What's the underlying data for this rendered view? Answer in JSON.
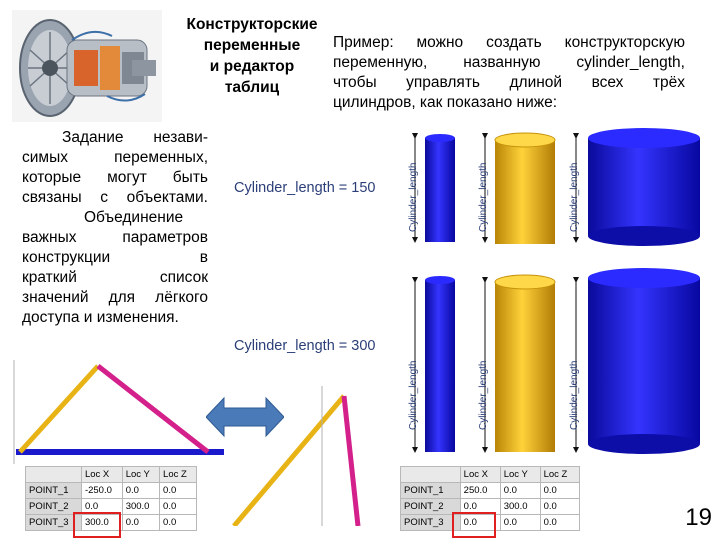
{
  "slide": {
    "title_lines": [
      "Конструкторские",
      "переменные",
      "и редактор",
      "таблиц"
    ],
    "intro_lines": [
      "Пример: можно создать конструкторскую",
      "переменную, названную cylinder_length,",
      "чтобы управлять длиной всех трёх",
      "цилиндров, как показано ниже:"
    ],
    "side_lines": [
      "Задание незави-",
      "симых переменных,",
      "которые могут быть",
      "связаны с объектами.",
      "Объединение",
      "важных параметров",
      "конструкции в",
      "краткий список",
      "значений для лёгкого",
      "доступа и изменения."
    ],
    "page_number": "19"
  },
  "figure": {
    "formula_top": "Cylinder_length = 150",
    "formula_bottom": "Cylinder_length = 300",
    "dimension_label": "Cylinder_length",
    "colors": {
      "blue": "#1a1acc",
      "gold": "#e8b315",
      "magenta": "#d4208a",
      "highlight": "#e02020",
      "arrow": "#4a7ab8"
    }
  },
  "table_left": {
    "headers": [
      "",
      "Loc X",
      "Loc Y",
      "Loc Z"
    ],
    "rows": [
      [
        "POINT_1",
        "-250.0",
        "0.0",
        "0.0"
      ],
      [
        "POINT_2",
        "0.0",
        "300.0",
        "0.0"
      ],
      [
        "POINT_3",
        "300.0",
        "0.0",
        "0.0"
      ]
    ]
  },
  "table_right": {
    "headers": [
      "",
      "Loc X",
      "Loc Y",
      "Loc Z"
    ],
    "rows": [
      [
        "POINT_1",
        "250.0",
        "0.0",
        "0.0"
      ],
      [
        "POINT_2",
        "0.0",
        "300.0",
        "0.0"
      ],
      [
        "POINT_3",
        "0.0",
        "0.0",
        "0.0"
      ]
    ]
  }
}
